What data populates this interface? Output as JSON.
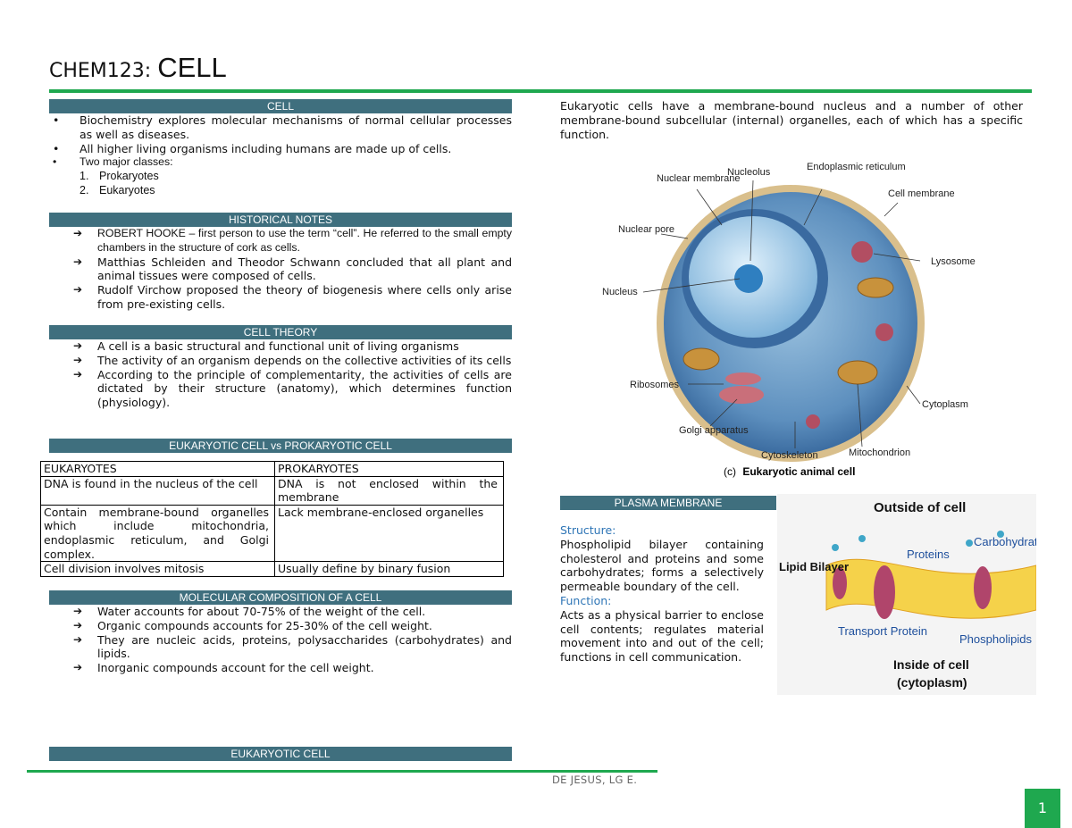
{
  "header": {
    "course": "CHEM123:",
    "topic": "CELL"
  },
  "sections": {
    "cell": {
      "title": "CELL",
      "bullets": [
        "Biochemistry explores molecular mechanisms of normal cellular processes as well as diseases.",
        "All higher living organisms including humans are made up of cells.",
        "Two major classes:"
      ],
      "classes": [
        "Prokaryotes",
        "Eukaryotes"
      ],
      "class_nums": [
        "1.",
        "2."
      ]
    },
    "historical": {
      "title": "HISTORICAL NOTES",
      "items": [
        "ROBERT HOOKE – first person to use the term “cell”. He referred to the small empty chambers in the structure of cork as cells.",
        "Matthias Schleiden and Theodor Schwann concluded that all plant and animal tissues were composed of cells.",
        "Rudolf Virchow proposed the theory of biogenesis where cells only arise from pre-existing cells."
      ]
    },
    "cell_theory": {
      "title": "CELL THEORY",
      "items": [
        "A cell is a basic structural and functional unit of living organisms",
        "The activity of an organism depends on the collective activities of its cells",
        "According to the principle of complementarity, the activities of cells are dictated by their structure (anatomy), which determines function (physiology)."
      ]
    },
    "comparison": {
      "title": "EUKARYOTIC CELL vs PROKARYOTIC CELL",
      "headers": [
        "EUKARYOTES",
        "PROKARYOTES"
      ],
      "rows": [
        [
          "DNA is found in the nucleus of the cell",
          "DNA is not enclosed within the membrane"
        ],
        [
          "Contain membrane-bound organelles which include mitochondria, endoplasmic reticulum, and Golgi complex.",
          "Lack membrane-enclosed organelles"
        ],
        [
          "Cell division involves mitosis",
          "Usually define by binary fusion"
        ]
      ]
    },
    "molecular": {
      "title": "MOLECULAR COMPOSITION OF A CELL",
      "items": [
        "Water accounts for about 70-75% of the weight of the cell.",
        "Organic compounds accounts for 25-30% of the cell weight.",
        "They are nucleic acids, proteins, polysaccharides (carbohydrates) and lipids.",
        "Inorganic compounds account for the cell weight."
      ]
    },
    "eukaryotic_cell": {
      "title": "EUKARYOTIC CELL"
    },
    "intro": {
      "text": "Eukaryotic cells have a membrane-bound nucleus and a number of other membrane-bound subcellular (internal) organelles, each of which has a specific function."
    },
    "plasma": {
      "title": "PLASMA MEMBRANE",
      "structure_label": "Structure:",
      "structure_text": "Phospholipid bilayer containing cholesterol and proteins and some carbohydrates; forms a selectively permeable boundary of the cell.",
      "function_label": "Function:",
      "function_text": "Acts as a physical barrier to enclose cell contents; regulates material movement into and out of the cell; functions in cell communication."
    }
  },
  "figure_cell": {
    "labels": {
      "nuclear_membrane": "Nuclear membrane",
      "nucleolus": "Nucleolus",
      "er": "Endoplasmic reticulum",
      "cell_membrane": "Cell membrane",
      "nuclear_pore": "Nuclear pore",
      "lysosome": "Lysosome",
      "nucleus": "Nucleus",
      "ribosomes": "Ribosomes",
      "cytoplasm": "Cytoplasm",
      "golgi": "Golgi apparatus",
      "cytoskeleton": "Cytoskeleton",
      "mitochondrion": "Mitochondrion"
    },
    "caption_prefix": "(c)",
    "caption": "Eukaryotic animal cell"
  },
  "figure_membrane": {
    "outside": "Outside of cell",
    "proteins": "Proteins",
    "carbohydrate_chains": "Carbohydrate chains",
    "lipid_bilayer": "Lipid Bilayer",
    "transport_protein": "Transport Protein",
    "phospholipids": "Phospholipids",
    "inside": "Inside of cell",
    "inside_sub": "(cytoplasm)"
  },
  "footer": {
    "author": "DE JESUS, LG E.",
    "page": "1"
  },
  "colors": {
    "accent_green": "#1fa84f",
    "section_bar": "#3f6f7e",
    "label_blue": "#2e75b6"
  }
}
